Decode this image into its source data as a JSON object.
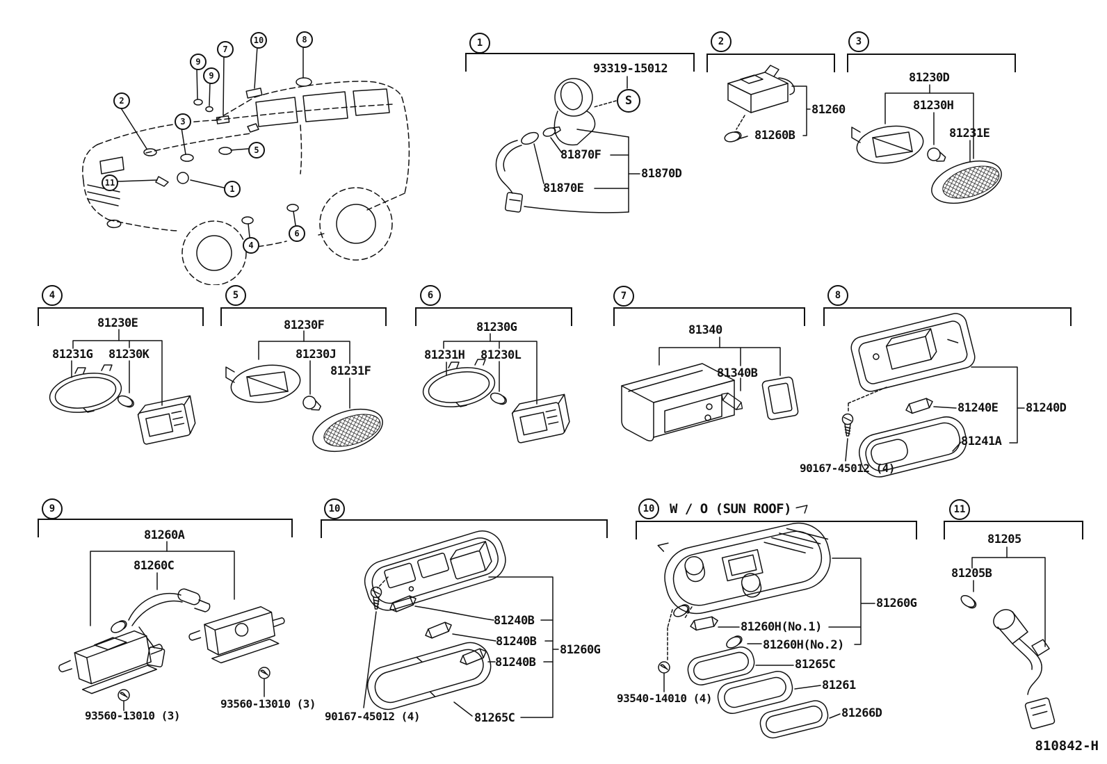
{
  "page": {
    "footer_code": "810842-H"
  },
  "car": {
    "callouts": [
      "2",
      "9",
      "9",
      "7",
      "10",
      "8",
      "3",
      "5",
      "11",
      "1",
      "4",
      "6"
    ]
  },
  "sections": {
    "s1": {
      "num": "1",
      "labels": {
        "a": "93319-15012",
        "s": "S",
        "b": "81870F",
        "c": "81870D",
        "d": "81870E"
      }
    },
    "s2": {
      "num": "2",
      "labels": {
        "a": "81260",
        "b": "81260B"
      }
    },
    "s3": {
      "num": "3",
      "labels": {
        "a": "81230D",
        "b": "81230H",
        "c": "81231E"
      }
    },
    "s4": {
      "num": "4",
      "labels": {
        "a": "81230E",
        "b": "81231G",
        "c": "81230K"
      }
    },
    "s5": {
      "num": "5",
      "labels": {
        "a": "81230F",
        "b": "81230J",
        "c": "81231F"
      }
    },
    "s6": {
      "num": "6",
      "labels": {
        "a": "81230G",
        "b": "81231H",
        "c": "81230L"
      }
    },
    "s7": {
      "num": "7",
      "labels": {
        "a": "81340",
        "b": "81340B"
      }
    },
    "s8": {
      "num": "8",
      "labels": {
        "a": "81240E",
        "b": "81240D",
        "c": "81241A",
        "d": "90167-45012 (4)"
      }
    },
    "s9": {
      "num": "9",
      "labels": {
        "a": "81260A",
        "b": "81260C",
        "c": "93560-13010 (3)",
        "d": "93560-13010 (3)"
      }
    },
    "s10": {
      "num": "10",
      "labels": {
        "a": "81240B",
        "b": "81240B",
        "c": "81240B",
        "d": "81260G",
        "e": "90167-45012 (4)",
        "f": "81265C"
      }
    },
    "s10b": {
      "num": "10",
      "title": "W / O (SUN ROOF)",
      "labels": {
        "a": "81260G",
        "b": "81260H(No.1)",
        "c": "81260H(No.2)",
        "d": "81265C",
        "e": "81261",
        "f": "81266D",
        "g": "93540-14010 (4)"
      }
    },
    "s11": {
      "num": "11",
      "labels": {
        "a": "81205",
        "b": "81205B"
      }
    }
  }
}
